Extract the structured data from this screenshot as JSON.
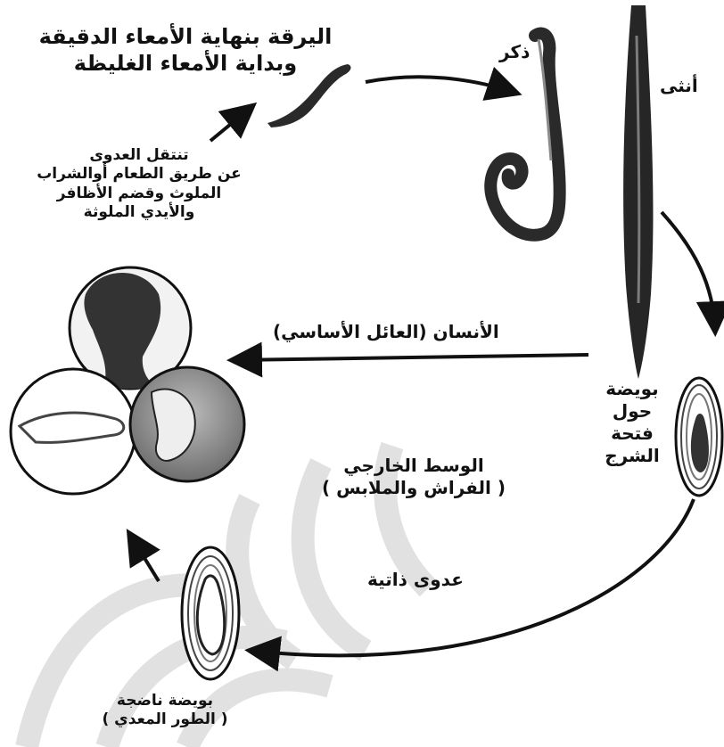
{
  "labels": {
    "larva_line1": "اليرقة بنهاية الأمعاء الدقيقة",
    "larva_line2": "وبداية الأمعاء الغليظة",
    "male": "ذكر",
    "female": "أنثى",
    "transmission_line1": "تنتقل العدوى",
    "transmission_line2": "عن طريق الطعام أوالشراب",
    "transmission_line3": "الملوث وقضم الأظافر",
    "transmission_line4": "والأيدي الملوثة",
    "host": "الأنسان (العائل الأساسي)",
    "egg_line1": "بويضة",
    "egg_line2": "حول",
    "egg_line3": "فتحة",
    "egg_line4": "الشرج",
    "external_line1": "الوسط الخارجي",
    "external_line2": "( الفراش والملابس )",
    "autoinfection": "عدوى ذاتية",
    "mature_line1": "بويضة ناضجة",
    "mature_line2": "( الطور المعدي )"
  },
  "colors": {
    "ink": "#111111",
    "worm": "#2a2a2a",
    "worm_highlight": "#8a8a8a",
    "watermark": "#d9d9d9",
    "circle_shade": "#9a9a9a"
  }
}
